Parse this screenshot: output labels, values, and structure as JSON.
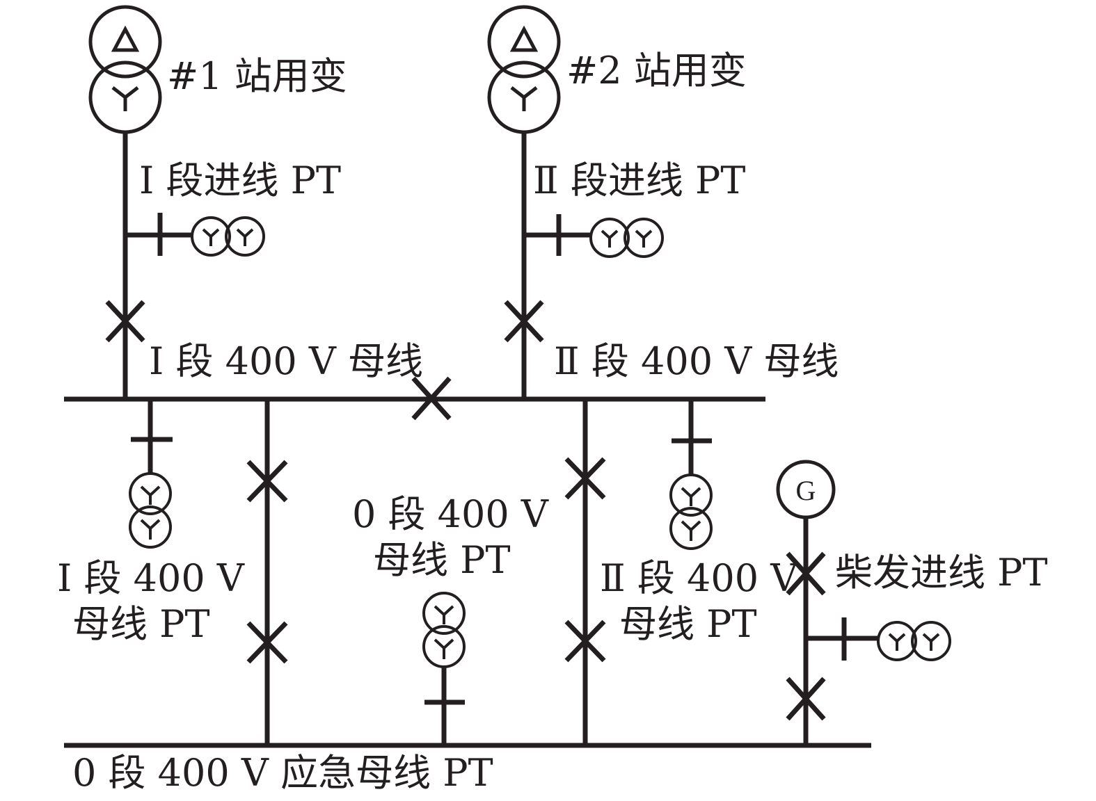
{
  "colors": {
    "line": "#231f20",
    "background": "#ffffff"
  },
  "labels": {
    "transformer_1": "#1 站用变",
    "transformer_2": "#2 站用变",
    "incoming_pt_1": "Ⅰ 段进线 PT",
    "incoming_pt_2": "Ⅱ 段进线 PT",
    "bus_1": "Ⅰ 段 400 V 母线",
    "bus_2": "Ⅱ 段 400 V 母线",
    "bus_1_pt_line1": "Ⅰ 段 400 V",
    "bus_1_pt_line2": "母线 PT",
    "bus_0_pt_line1": "0 段 400 V",
    "bus_0_pt_line2": "母线 PT",
    "bus_2_pt_line1": "Ⅱ 段 400 V",
    "bus_2_pt_line2": "母线 PT",
    "diesel_pt": "柴发进线 PT",
    "emergency_bus": "0 段 400 V 应急母线 PT",
    "generator": "G"
  },
  "icons": {
    "transformer": "delta-wye-transformer-icon",
    "pt": "wye-wye-pt-icon",
    "breaker": "breaker-x-icon",
    "disconnect": "disconnect-tee-icon",
    "generator": "generator-icon"
  }
}
